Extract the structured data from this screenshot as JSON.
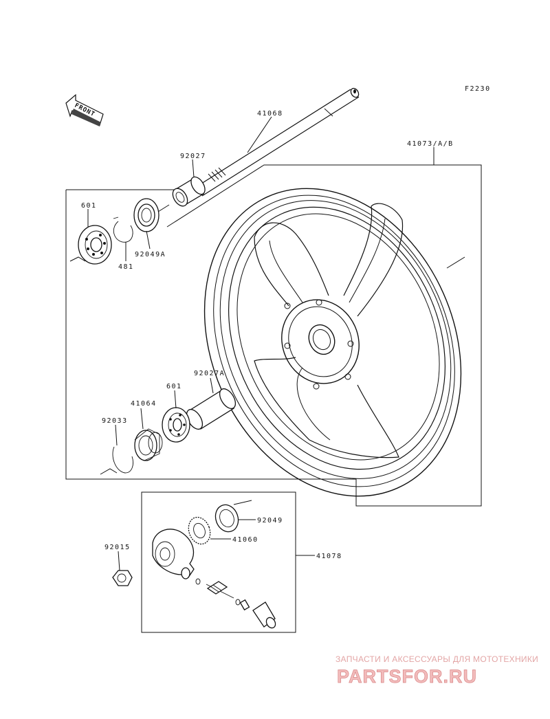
{
  "diagram": {
    "code": "F2230",
    "direction_arrow": "FRONT",
    "callouts": {
      "axle": "41068",
      "wheel": "41073/A/B",
      "collar_top": "92027",
      "bearing_top": "601",
      "circlip": "481",
      "seal_top": "92049A",
      "collar_bottom": "92027A",
      "bearing_bottom": "601",
      "hub_cover": "41064",
      "circlip_bottom": "92033",
      "seal_gear": "92049",
      "gear": "41060",
      "speedo_assy": "41078",
      "nut": "92015"
    }
  },
  "watermark": {
    "line1": "ЗАПЧАСТИ И АКСЕССУАРЫ ДЛЯ МОТОТЕХНИКИ",
    "line2": "PARTSFOR.RU"
  }
}
